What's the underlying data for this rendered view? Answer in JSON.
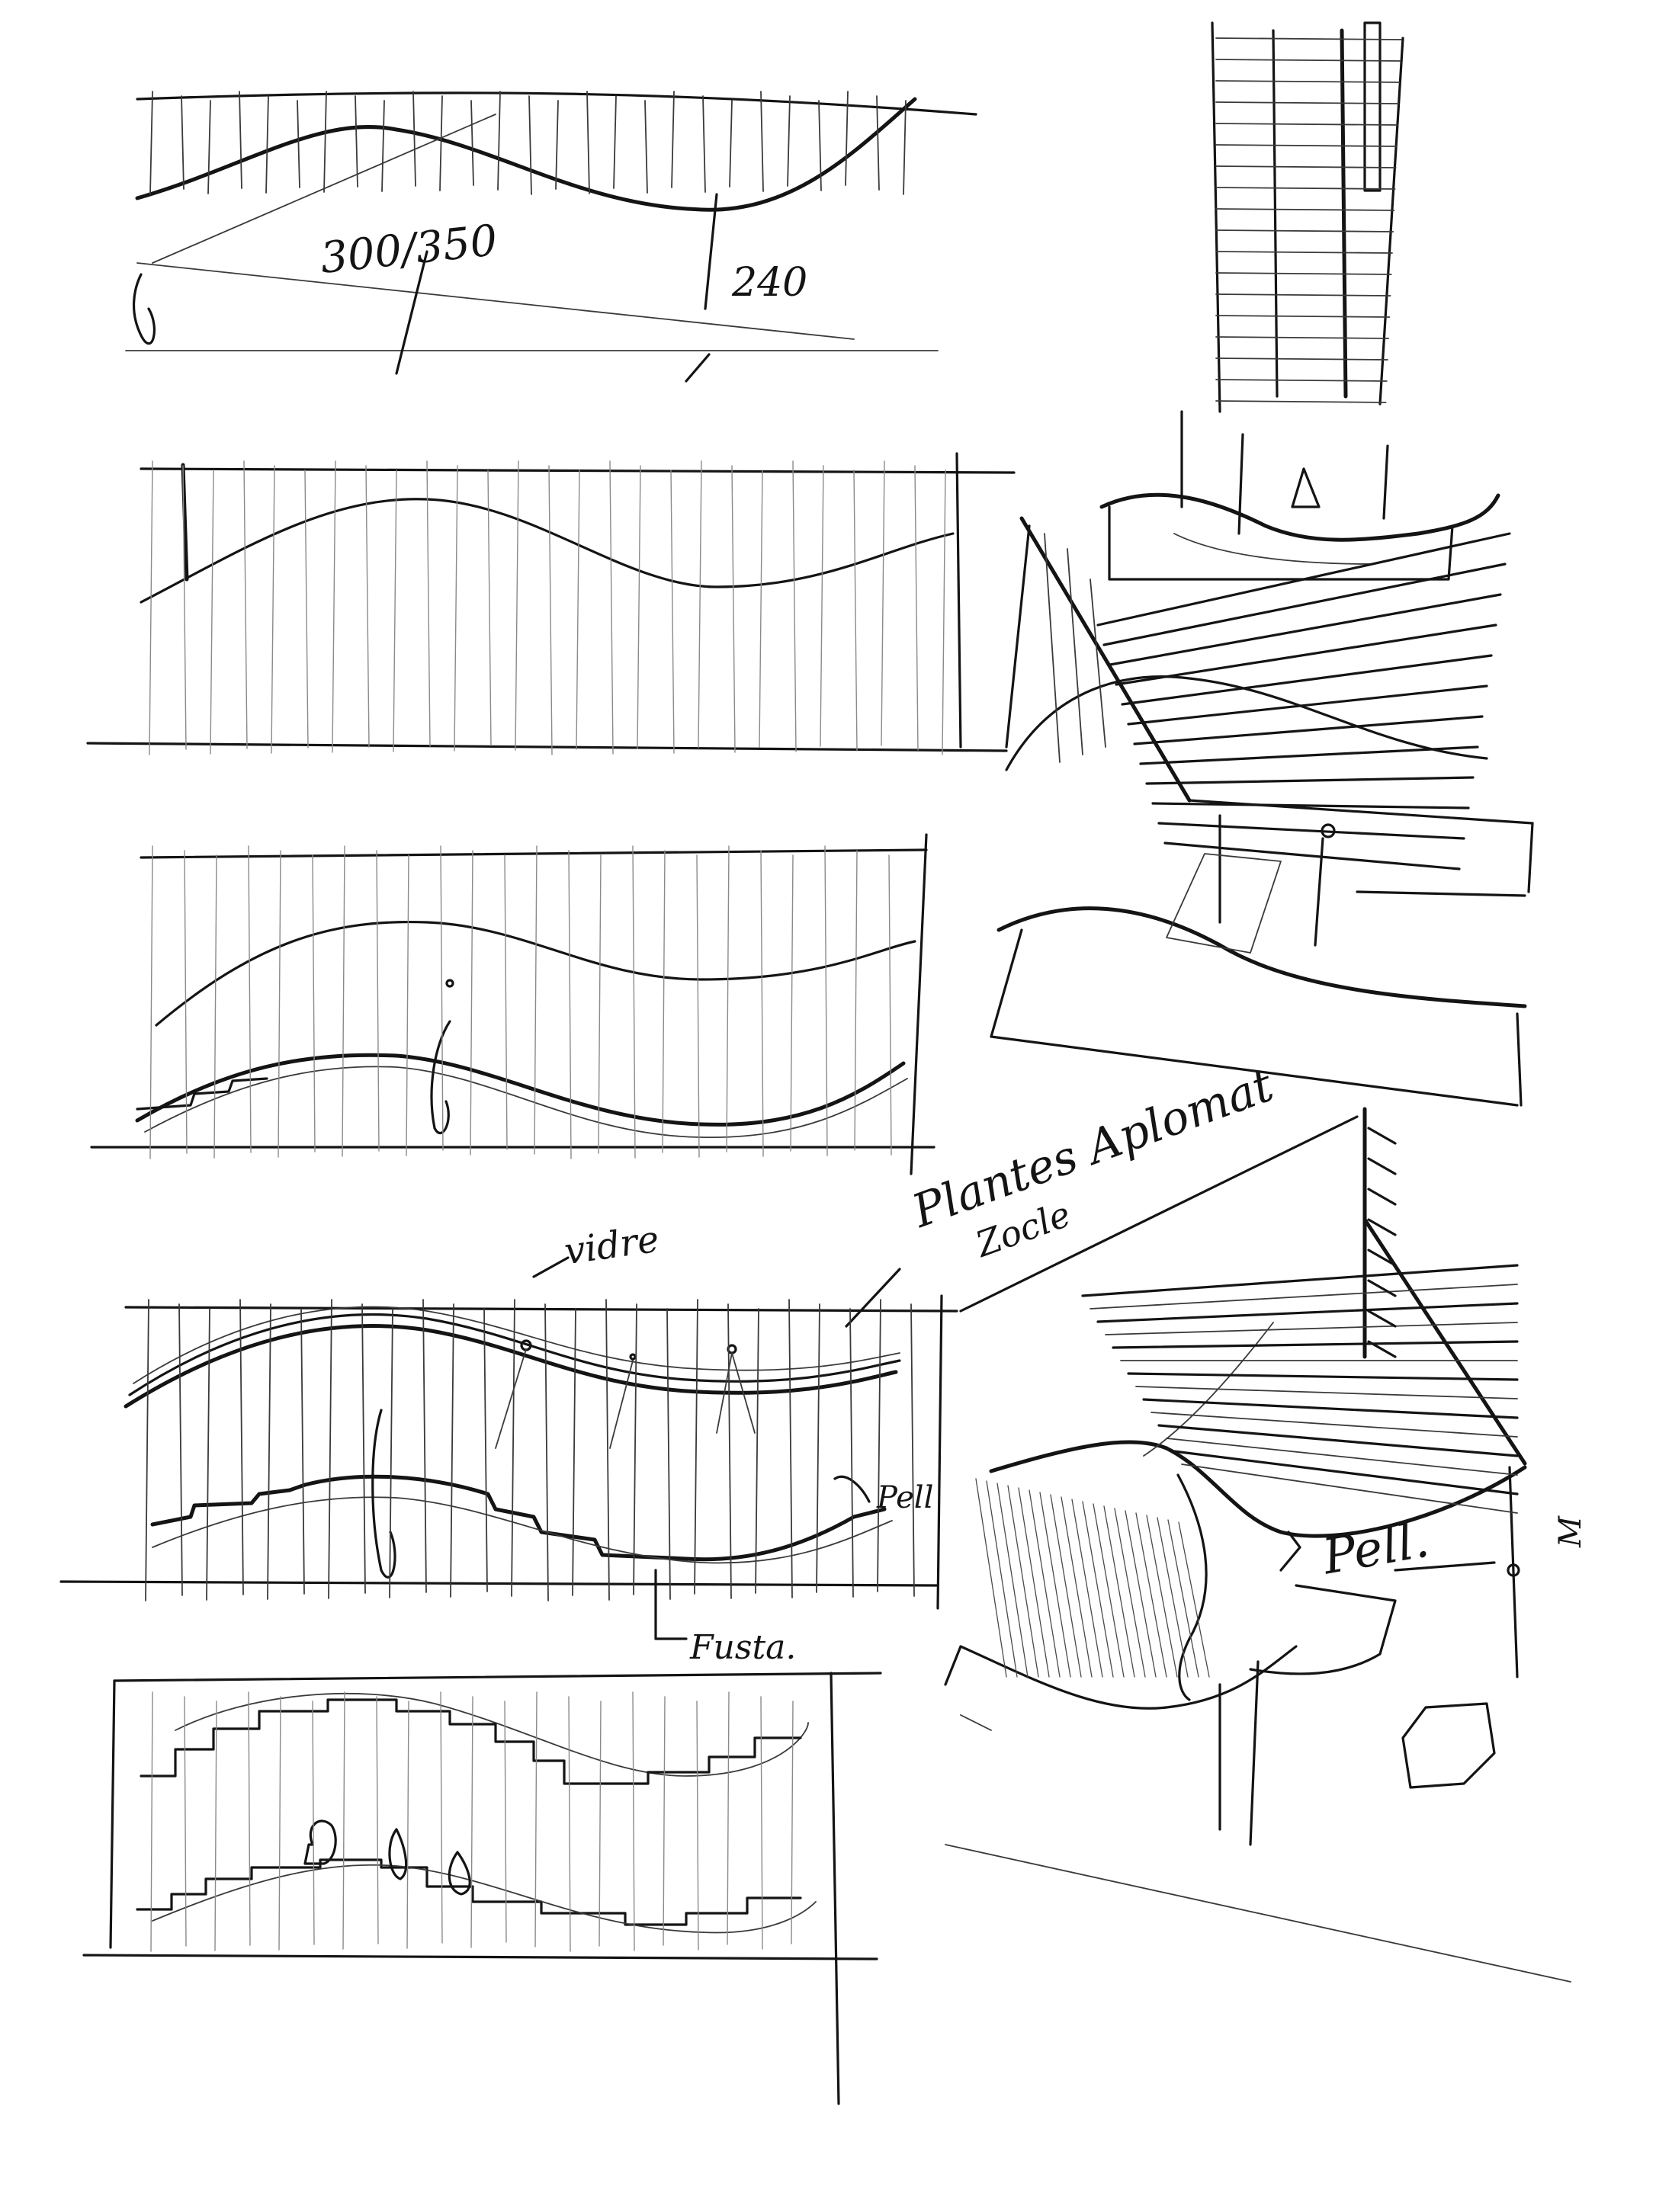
{
  "annotations": {
    "dim_height": "300/350",
    "dim_low": "240",
    "label_planters": "Plantes Aplomat",
    "label_planters_sub": "Zocle",
    "label_vidre": "vidre",
    "label_pell_small": "Pell",
    "label_fusta": "Fusta.",
    "label_pell_large": "Pell.",
    "label_margin": "M"
  },
  "colors": {
    "ink": "#141414",
    "paper": "#ffffff"
  }
}
